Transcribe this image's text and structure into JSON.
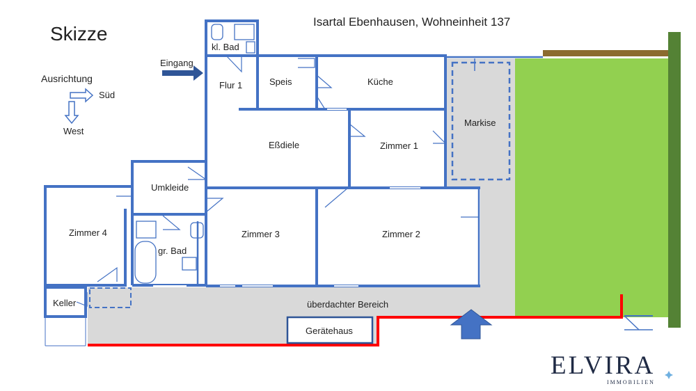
{
  "heading": {
    "sketch": "Skizze",
    "title": "Isartal Ebenhausen, Wohneinheit 137"
  },
  "orientation": {
    "label": "Ausrichtung",
    "south": "Süd",
    "west": "West"
  },
  "entrance": "Eingang",
  "rooms": {
    "kl_bad": "kl. Bad",
    "flur": "Flur 1",
    "speis": "Speis",
    "kueche": "Küche",
    "markise": "Markise",
    "essdiele": "Eßdiele",
    "zimmer1": "Zimmer 1",
    "umkleide": "Umkleide",
    "zimmer4": "Zimmer 4",
    "zimmer3": "Zimmer 3",
    "zimmer2": "Zimmer 2",
    "gr_bad": "gr. Bad",
    "keller": "Keller",
    "covered_area": "überdachter Bereich",
    "shed": "Gerätehaus"
  },
  "logo": {
    "name": "ELVIRA",
    "sub": "IMMOBILIEN"
  },
  "colors": {
    "wall": "#4472c4",
    "paved": "#d9d9d9",
    "lawn": "#92d050",
    "hedge": "#548235",
    "fence": "#8b6b2e",
    "boundary": "#ff0000",
    "arrow": "#4472c4"
  }
}
